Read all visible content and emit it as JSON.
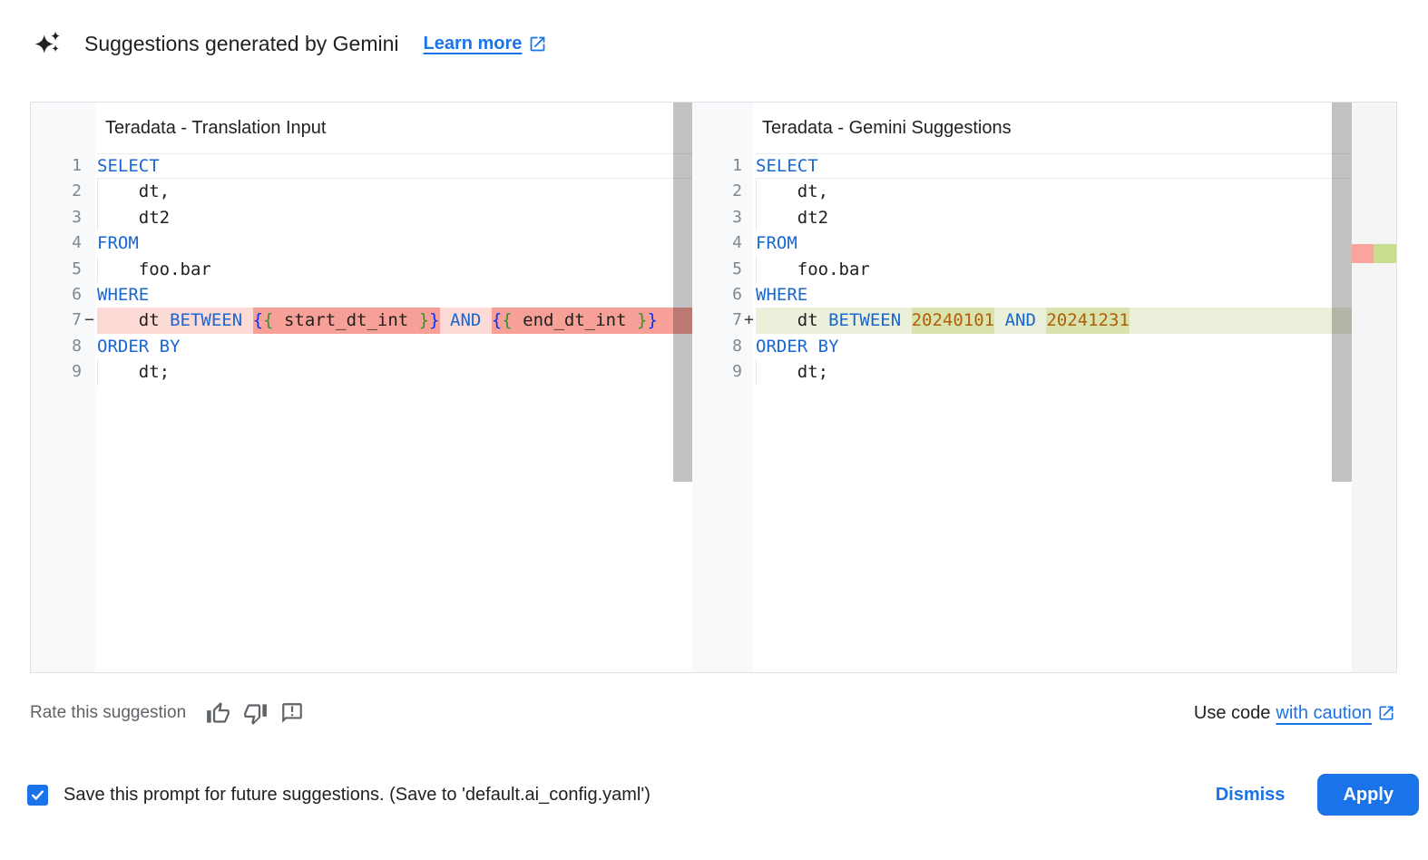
{
  "header": {
    "title": "Suggestions generated by Gemini",
    "learn_more_label": "Learn more"
  },
  "editors": [
    {
      "id": "translation-input",
      "title": "Teradata - Translation Input",
      "lines": [
        {
          "n": "1",
          "sign": "",
          "row": "current",
          "seg": [
            [
              "SELECT",
              "kw"
            ]
          ]
        },
        {
          "n": "2",
          "sign": "",
          "row": "",
          "guide": true,
          "seg": [
            [
              "    dt,",
              "pl"
            ]
          ]
        },
        {
          "n": "3",
          "sign": "",
          "row": "",
          "guide": true,
          "seg": [
            [
              "    dt2",
              "pl"
            ]
          ]
        },
        {
          "n": "4",
          "sign": "",
          "row": "",
          "seg": [
            [
              "FROM",
              "kw"
            ]
          ]
        },
        {
          "n": "5",
          "sign": "",
          "row": "",
          "guide": true,
          "seg": [
            [
              "    foo.bar",
              "pl"
            ]
          ]
        },
        {
          "n": "6",
          "sign": "",
          "row": "",
          "seg": [
            [
              "WHERE",
              "kw"
            ]
          ]
        },
        {
          "n": "7",
          "sign": "−",
          "row": "removed",
          "seg": [
            [
              "    dt ",
              "pl"
            ],
            [
              "BETWEEN",
              "kw"
            ],
            [
              " ",
              "pl"
            ],
            [
              "{",
              "b1",
              "hl"
            ],
            [
              "{",
              "b2",
              "hl"
            ],
            [
              " start_dt_int ",
              "pl",
              "hl"
            ],
            [
              "}",
              "b2",
              "hl"
            ],
            [
              "}",
              "b1",
              "hl"
            ],
            [
              " ",
              "pl"
            ],
            [
              "AND",
              "kw"
            ],
            [
              " ",
              "pl"
            ],
            [
              "{",
              "b1",
              "hl"
            ],
            [
              "{",
              "b2",
              "hl"
            ],
            [
              " end_dt_int ",
              "pl",
              "hl"
            ],
            [
              "}",
              "b2",
              "hl"
            ],
            [
              "}",
              "b1",
              "hl"
            ]
          ],
          "fill": "hl"
        },
        {
          "n": "8",
          "sign": "",
          "row": "",
          "seg": [
            [
              "ORDER BY",
              "kw"
            ]
          ]
        },
        {
          "n": "9",
          "sign": "",
          "row": "",
          "guide": true,
          "seg": [
            [
              "    dt;",
              "pl"
            ]
          ]
        }
      ]
    },
    {
      "id": "gemini-suggestions",
      "title": "Teradata - Gemini Suggestions",
      "lines": [
        {
          "n": "1",
          "sign": "",
          "row": "current",
          "seg": [
            [
              "SELECT",
              "kw"
            ]
          ]
        },
        {
          "n": "2",
          "sign": "",
          "row": "",
          "guide": true,
          "seg": [
            [
              "    dt,",
              "pl"
            ]
          ]
        },
        {
          "n": "3",
          "sign": "",
          "row": "",
          "guide": true,
          "seg": [
            [
              "    dt2",
              "pl"
            ]
          ]
        },
        {
          "n": "4",
          "sign": "",
          "row": "",
          "seg": [
            [
              "FROM",
              "kw"
            ]
          ]
        },
        {
          "n": "5",
          "sign": "",
          "row": "",
          "guide": true,
          "seg": [
            [
              "    foo.bar",
              "pl"
            ]
          ]
        },
        {
          "n": "6",
          "sign": "",
          "row": "",
          "seg": [
            [
              "WHERE",
              "kw"
            ]
          ]
        },
        {
          "n": "7",
          "sign": "+",
          "row": "inserted",
          "seg": [
            [
              "    dt ",
              "pl"
            ],
            [
              "BETWEEN",
              "kw"
            ],
            [
              " ",
              "pl"
            ],
            [
              "20240101",
              "num",
              "hl"
            ],
            [
              " ",
              "pl"
            ],
            [
              "AND",
              "kw"
            ],
            [
              " ",
              "pl"
            ],
            [
              "20241231",
              "num",
              "hl"
            ]
          ]
        },
        {
          "n": "8",
          "sign": "",
          "row": "",
          "seg": [
            [
              "ORDER BY",
              "kw"
            ]
          ]
        },
        {
          "n": "9",
          "sign": "",
          "row": "",
          "guide": true,
          "seg": [
            [
              "    dt;",
              "pl"
            ]
          ]
        }
      ]
    }
  ],
  "footer": {
    "rate_label": "Rate this suggestion",
    "use_code_prefix": "Use code",
    "use_code_link": "with caution"
  },
  "bottom_bar": {
    "save_label": "Save this prompt for future suggestions. (Save to 'default.ai_config.yaml')",
    "checkbox_checked": true,
    "dismiss_label": "Dismiss",
    "apply_label": "Apply"
  },
  "colors": {
    "accent": "#1a73e8",
    "keyword": "#1967d2",
    "number": "#b25e09",
    "bracket_outer": "#0431fa",
    "bracket_inner": "#319331",
    "removed_line_bg": "#fcdad5",
    "removed_token_bg": "#f6a097",
    "inserted_line_bg": "#eaf0da",
    "inserted_token_bg": "#d8e3ae",
    "ruler_removed": "#faa49c",
    "ruler_inserted": "#c9dd90",
    "gutter_bg": "#f8f9fa"
  }
}
